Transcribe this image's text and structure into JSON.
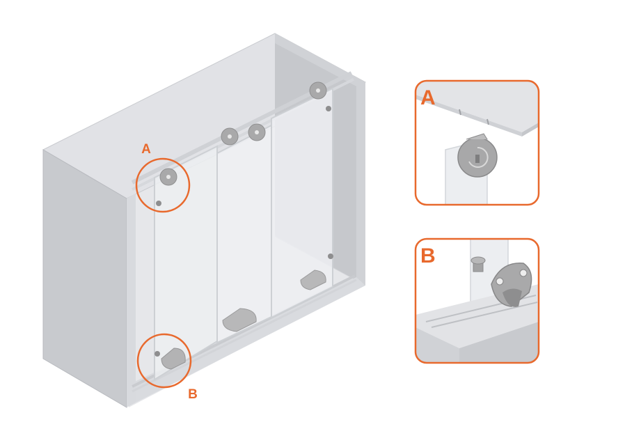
{
  "labels": {
    "callout_a": "A",
    "callout_b": "B",
    "detail_a": "A",
    "detail_b": "B"
  },
  "colors": {
    "accent": "#E8692D",
    "panel_light": "#E4E5E8",
    "panel_mid": "#D2D4D8",
    "panel_dark": "#C3C5CA",
    "edge": "#B5B7BC",
    "glass": "#ECEEF1",
    "hardware": "#9C9C9C"
  },
  "icons": {
    "roller": "roller-wheel-icon",
    "guide": "floor-guide-icon",
    "stopper": "door-stopper-icon"
  }
}
